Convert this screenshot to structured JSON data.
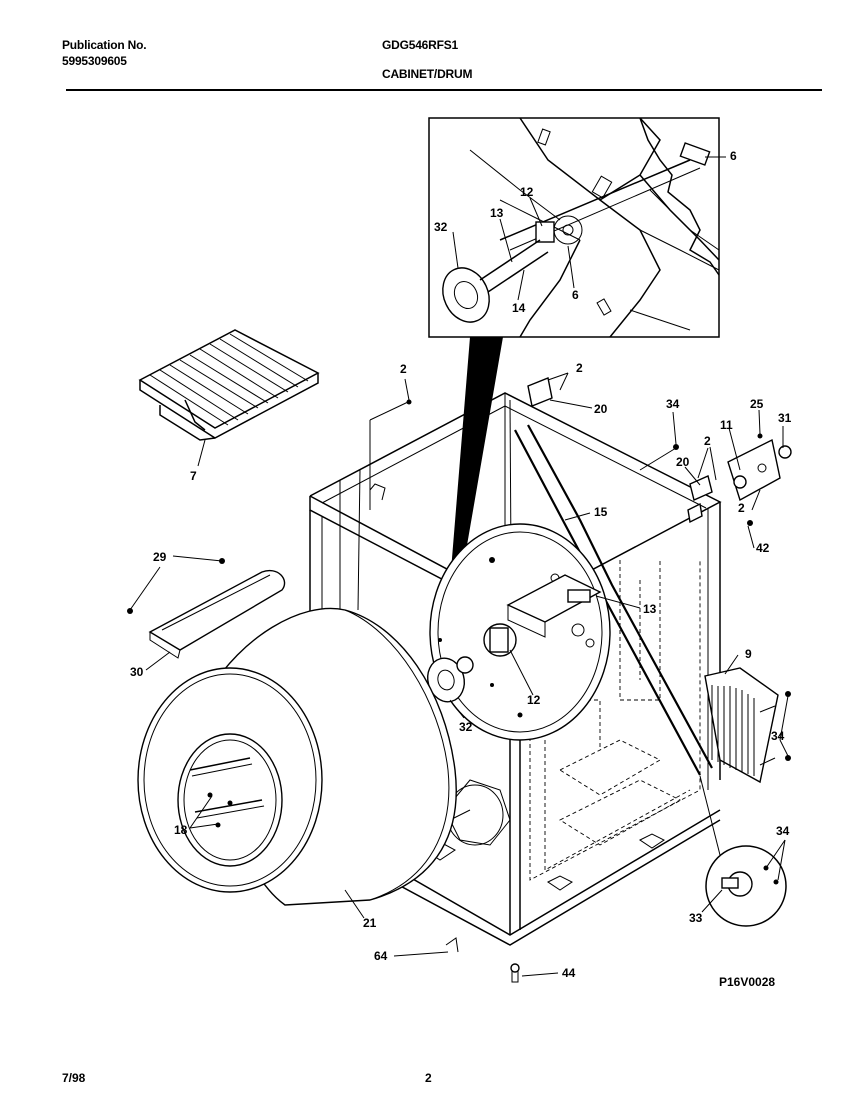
{
  "header": {
    "publication_label": "Publication No.",
    "publication_number": "5995309605",
    "model": "GDG546RFS1",
    "section": "CABINET/DRUM"
  },
  "footer": {
    "date": "7/98",
    "page": "2",
    "figure_code": "P16V0028"
  },
  "callouts": {
    "c2a": "2",
    "c2b": "2",
    "c2c": "2",
    "c2d": "2",
    "c6a": "6",
    "c6b": "6",
    "c7": "7",
    "c9": "9",
    "c11": "11",
    "c12a": "12",
    "c12b": "12",
    "c13a": "13",
    "c13b": "13",
    "c14": "14",
    "c15": "15",
    "c18": "18",
    "c20a": "20",
    "c20b": "20",
    "c21": "21",
    "c25": "25",
    "c29": "29",
    "c30": "30",
    "c31": "31",
    "c32a": "32",
    "c32b": "32",
    "c33": "33",
    "c34a": "34",
    "c34b": "34",
    "c34c": "34",
    "c42": "42",
    "c44": "44",
    "c64": "64"
  }
}
